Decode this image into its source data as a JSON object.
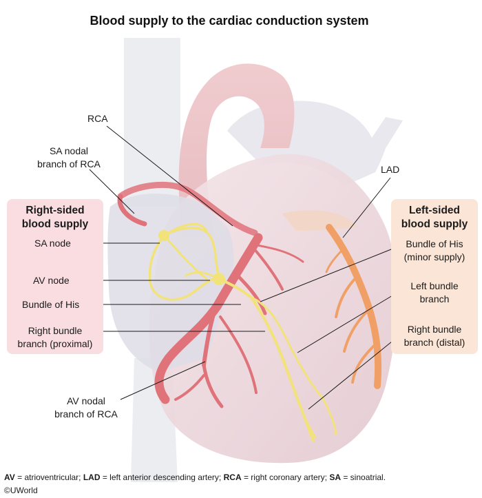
{
  "title": "Blood supply to the cardiac conduction system",
  "right_box": {
    "title_line1": "Right-sided",
    "title_line2": "blood supply",
    "sa_node": "SA node",
    "av_node": "AV node",
    "bundle_of_his": "Bundle of His",
    "rbb_line1": "Right bundle",
    "rbb_line2": "branch (proximal)"
  },
  "left_box": {
    "title_line1": "Left-sided",
    "title_line2": "blood supply",
    "his_line1": "Bundle of His",
    "his_line2": "(minor supply)",
    "lbb_line1": "Left bundle",
    "lbb_line2": "branch",
    "rbb_line1": "Right bundle",
    "rbb_line2": "branch (distal)"
  },
  "labels": {
    "rca": "RCA",
    "sa_nodal_line1": "SA nodal",
    "sa_nodal_line2": "branch of RCA",
    "lad": "LAD",
    "av_nodal_line1": "AV nodal",
    "av_nodal_line2": "branch of RCA"
  },
  "footnote": {
    "av_abbr": "AV",
    "av_def": " = atrioventricular; ",
    "lad_abbr": "LAD",
    "lad_def": " = left anterior descending artery; ",
    "rca_abbr": "RCA",
    "rca_def": " = right coronary artery; ",
    "sa_abbr": "SA",
    "sa_def": " = sinoatrial."
  },
  "copyright": "©UWorld",
  "colors": {
    "coronary_artery": "#e0727a",
    "lad_artery": "#f0a066",
    "conduction": "#f2e27a",
    "right_box_bg": "#f9dde1",
    "left_box_bg": "#fbe5d6"
  }
}
